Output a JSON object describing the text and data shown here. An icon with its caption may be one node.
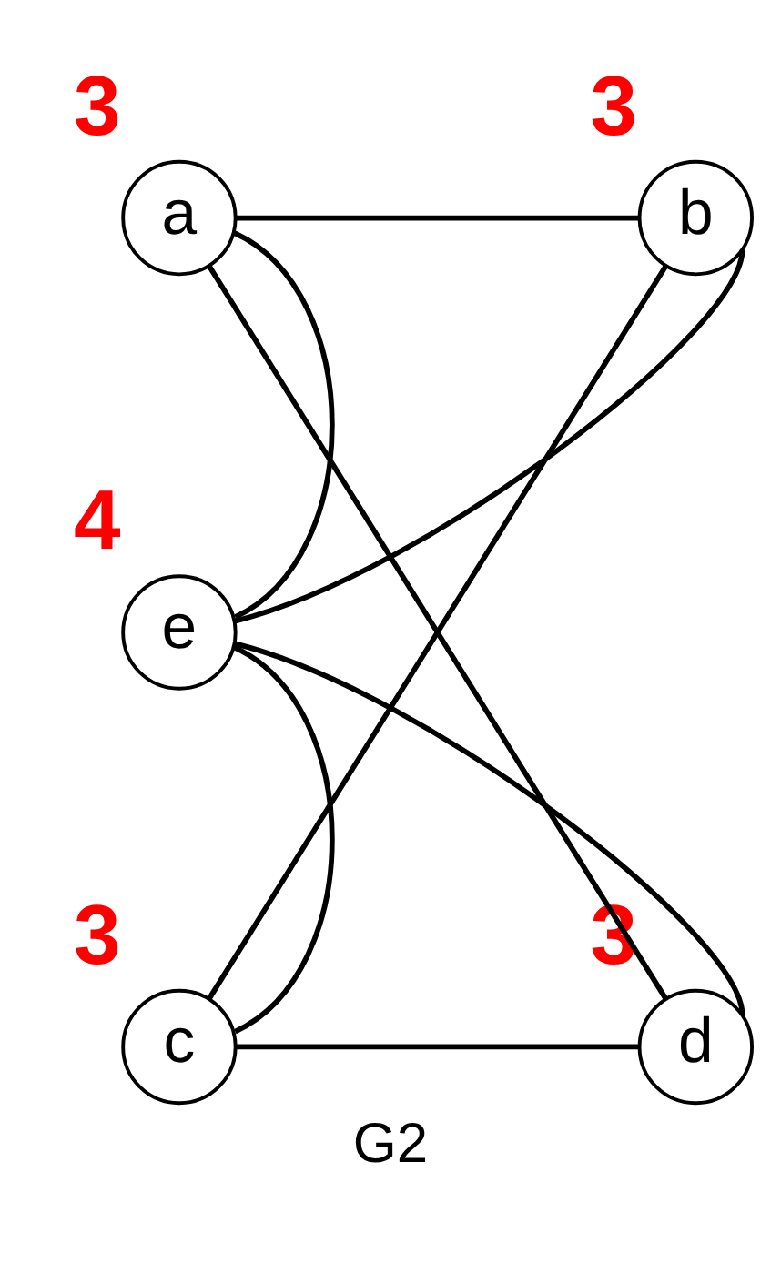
{
  "diagram": {
    "caption": "G2",
    "nodes": [
      {
        "text": [
          "a"
        ],
        "beside": [
          "3"
        ]
      },
      {
        "text": [
          "b"
        ],
        "beside": [
          "3"
        ]
      },
      {
        "text": [
          "e"
        ],
        "beside": [
          "4"
        ]
      },
      {
        "text": [
          "d"
        ],
        "beside": [
          "3"
        ]
      },
      {
        "text": [
          "c"
        ],
        "beside": [
          "3"
        ]
      }
    ],
    "edges": [
      {
        "from": 0,
        "to": 1,
        "arrow": "none"
      },
      {
        "from": 1,
        "to": 4,
        "arrow": "none"
      },
      {
        "from": 4,
        "to": 3,
        "arrow": "none"
      },
      {
        "from": 3,
        "to": 0,
        "arrow": "none"
      },
      {
        "from": 0,
        "to": 2,
        "arrow": "none"
      },
      {
        "from": 1,
        "to": 2,
        "arrow": "none"
      },
      {
        "from": 4,
        "to": 2,
        "arrow": "none"
      },
      {
        "from": 3,
        "to": 2,
        "arrow": "none"
      }
    ]
  }
}
